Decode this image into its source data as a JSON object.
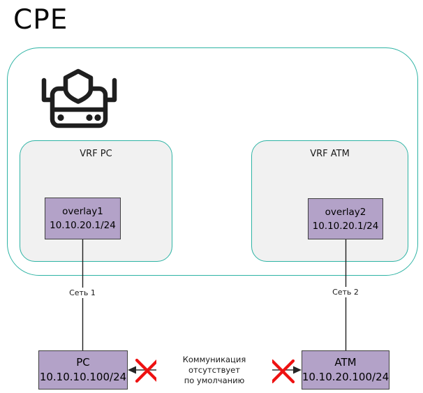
{
  "title": "CPE",
  "cpe": {
    "icon": "firewall-router-icon",
    "vrfs": [
      {
        "label": "VRF PC",
        "interface": {
          "name": "overlay1",
          "ip": "10.10.20.1/24"
        }
      },
      {
        "label": "VRF ATM",
        "interface": {
          "name": "overlay2",
          "ip": "10.10.20.1/24"
        }
      }
    ]
  },
  "networks": [
    {
      "label": "Сеть 1"
    },
    {
      "label": "Сеть 2"
    }
  ],
  "hosts": [
    {
      "name": "PC",
      "ip": "10.10.10.100/24"
    },
    {
      "name": "ATM",
      "ip": "10.10.20.100/24"
    }
  ],
  "blocked_link": {
    "label_line1": "Коммуникация отсутствует",
    "label_line2": "по умолчанию"
  },
  "colors": {
    "accent_teal": "#2db3a4",
    "vrf_fill": "#f1f1f1",
    "node_purple": "#b3a2c8",
    "node_border": "#3f3f3f",
    "blocked_x_red": "#ee1111",
    "connector_black": "#1f1f1f",
    "arrow_gray": "#4d4d4d"
  }
}
